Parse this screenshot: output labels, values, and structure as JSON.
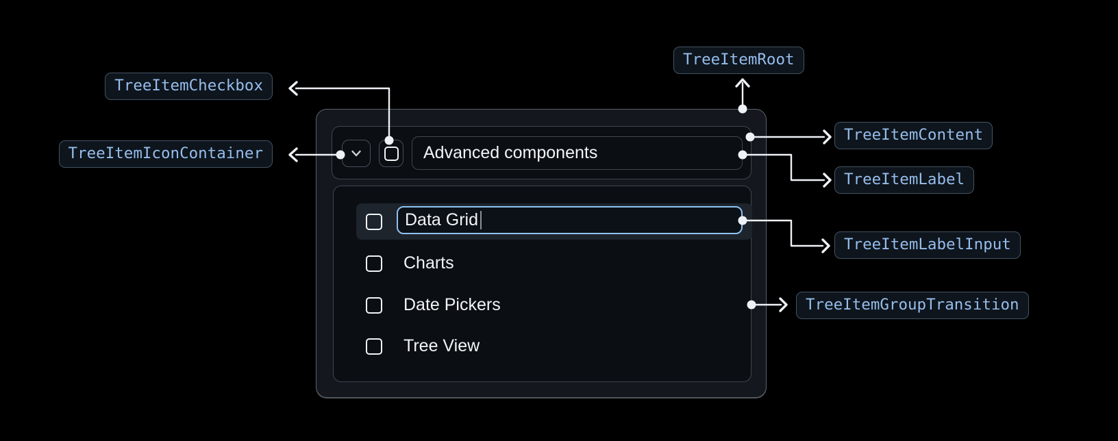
{
  "annotations": {
    "root": "TreeItemRoot",
    "checkbox": "TreeItemCheckbox",
    "icon_container": "TreeItemIconContainer",
    "content": "TreeItemContent",
    "label": "TreeItemLabel",
    "label_input": "TreeItemLabelInput",
    "group_transition": "TreeItemGroupTransition"
  },
  "tree": {
    "parent": {
      "label": "Advanced components",
      "expanded": true,
      "checkbox_checked": false
    },
    "editing_item": {
      "input_value": "Data Grid",
      "checkbox_checked": false
    },
    "items": [
      "Charts",
      "Date Pickers",
      "Tree View"
    ]
  },
  "icons": {
    "expand": "chevron-down-icon",
    "checkbox": "checkbox-unchecked-icon",
    "connector_dot": "connector-dot",
    "connector_arrow": "arrowhead-icon"
  },
  "colors": {
    "background": "#000000",
    "panel_bg": "#14171d",
    "inner_bg": "#0b0e13",
    "panel_border": "#5a626b",
    "inner_border": "#40474f",
    "highlight_row_bg": "#1d242c",
    "input_focus_border": "#8fc2f4",
    "annotation_text": "#96bdeb",
    "annotation_bg": "#0e151d",
    "annotation_border": "#445363",
    "tree_text": "#f2f5f7",
    "connector": "#eef2f6"
  }
}
